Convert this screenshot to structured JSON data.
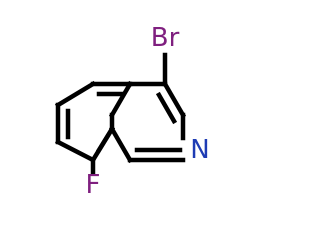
{
  "molecule": {
    "atoms": {
      "br": {
        "symbol": "Br",
        "color": "#7f1f7f"
      },
      "n": {
        "symbol": "N",
        "color": "#1e3cb4"
      },
      "f": {
        "symbol": "F",
        "color": "#7f1f7f"
      }
    },
    "bond_color": "#000000",
    "background": "#ffffff"
  }
}
